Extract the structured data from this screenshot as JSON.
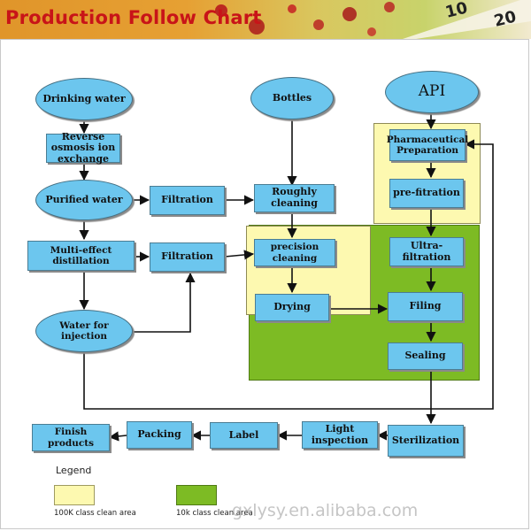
{
  "header": {
    "title": "Production Follow Chart"
  },
  "nodes": {
    "drinking_water": "Drinking water",
    "reverse_osmosis": "Reverse osmosis ion exchange",
    "purified_water": "Purified water",
    "filtration_1": "Filtration",
    "multi_effect": "Multi-effect distillation",
    "filtration_2": "Filtration",
    "water_injection": "Water for injection",
    "bottles": "Bottles",
    "roughly_cleaning": "Roughly cleaning",
    "precision_cleaning": "precision cleaning",
    "drying": "Drying",
    "api": "API",
    "pharma_prep": "Pharmaceutical Preparation",
    "pre_filtration": "pre-fitration",
    "ultra_filtration": "Ultra-filtration",
    "filing": "Filing",
    "sealing": "Sealing",
    "sterilization": "Sterilization",
    "light_inspection": "Light inspection",
    "label": "Label",
    "packing": "Packing",
    "finish_products": "Finish products"
  },
  "legend": {
    "title": "Legend",
    "items": [
      {
        "label": "100K class clean area",
        "color": "#fdf9b0"
      },
      {
        "label": "10k class clean area",
        "color": "#7dbb24"
      }
    ]
  },
  "watermark": "gxlysy.en.alibaba.com",
  "colors": {
    "node_fill": "#6cc6ee",
    "title": "#c81418",
    "zone_100k": "#fdf9b0",
    "zone_10k": "#7dbb24",
    "arrow": "#111111"
  }
}
